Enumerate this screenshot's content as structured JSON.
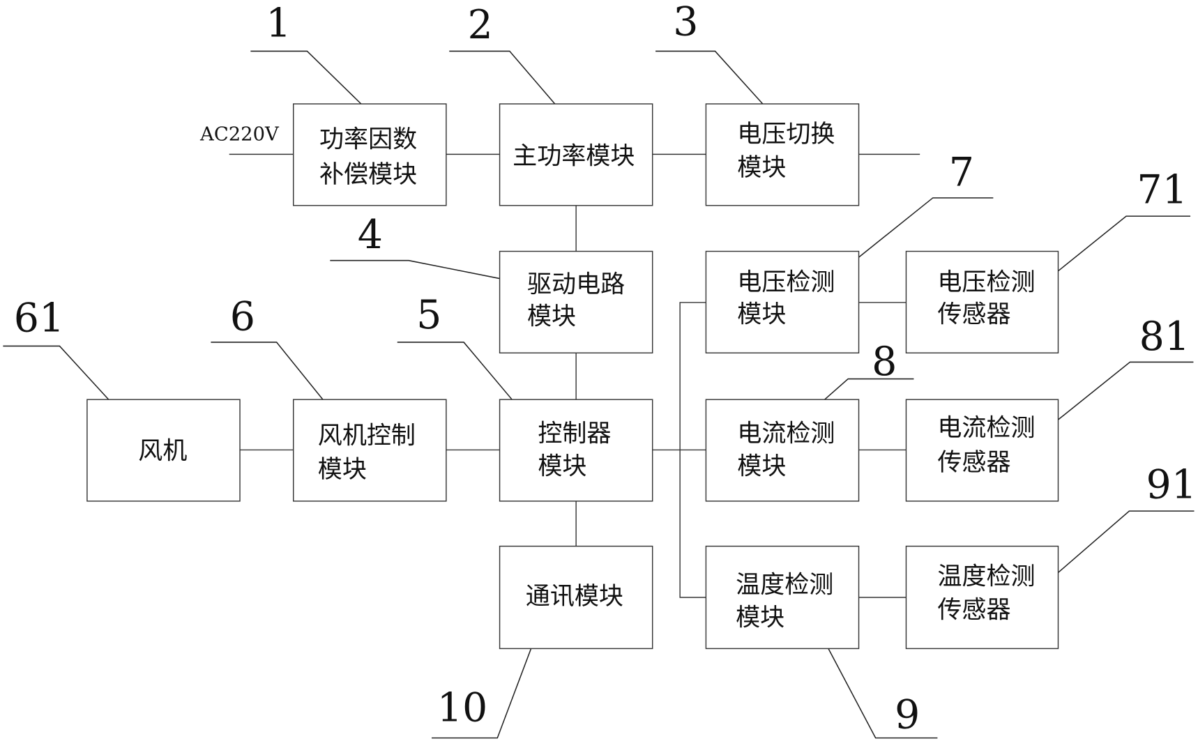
{
  "input": {
    "label": "AC220V"
  },
  "boxes": {
    "pfc": [
      "功率因数",
      "补偿模块"
    ],
    "main_power": [
      "主功率模块"
    ],
    "voltage_switch": [
      "电压切换",
      "模块"
    ],
    "drive_circuit": [
      "驱动电路",
      "模块"
    ],
    "voltage_detect": [
      "电压检测",
      "模块"
    ],
    "voltage_sensor": [
      "电压检测",
      "传感器"
    ],
    "fan": [
      "风机"
    ],
    "fan_control": [
      "风机控制",
      "模块"
    ],
    "controller": [
      "控制器",
      "模块"
    ],
    "current_detect": [
      "电流检测",
      "模块"
    ],
    "current_sensor": [
      "电流检测",
      "传感器"
    ],
    "comm": [
      "通讯模块"
    ],
    "temp_detect": [
      "温度检测",
      "模块"
    ],
    "temp_sensor": [
      "温度检测",
      "传感器"
    ]
  },
  "numbers": {
    "n1": "1",
    "n2": "2",
    "n3": "3",
    "n4": "4",
    "n5": "5",
    "n6": "6",
    "n61": "61",
    "n7": "7",
    "n71": "71",
    "n8": "8",
    "n81": "81",
    "n9": "9",
    "n91": "91",
    "n10": "10"
  }
}
